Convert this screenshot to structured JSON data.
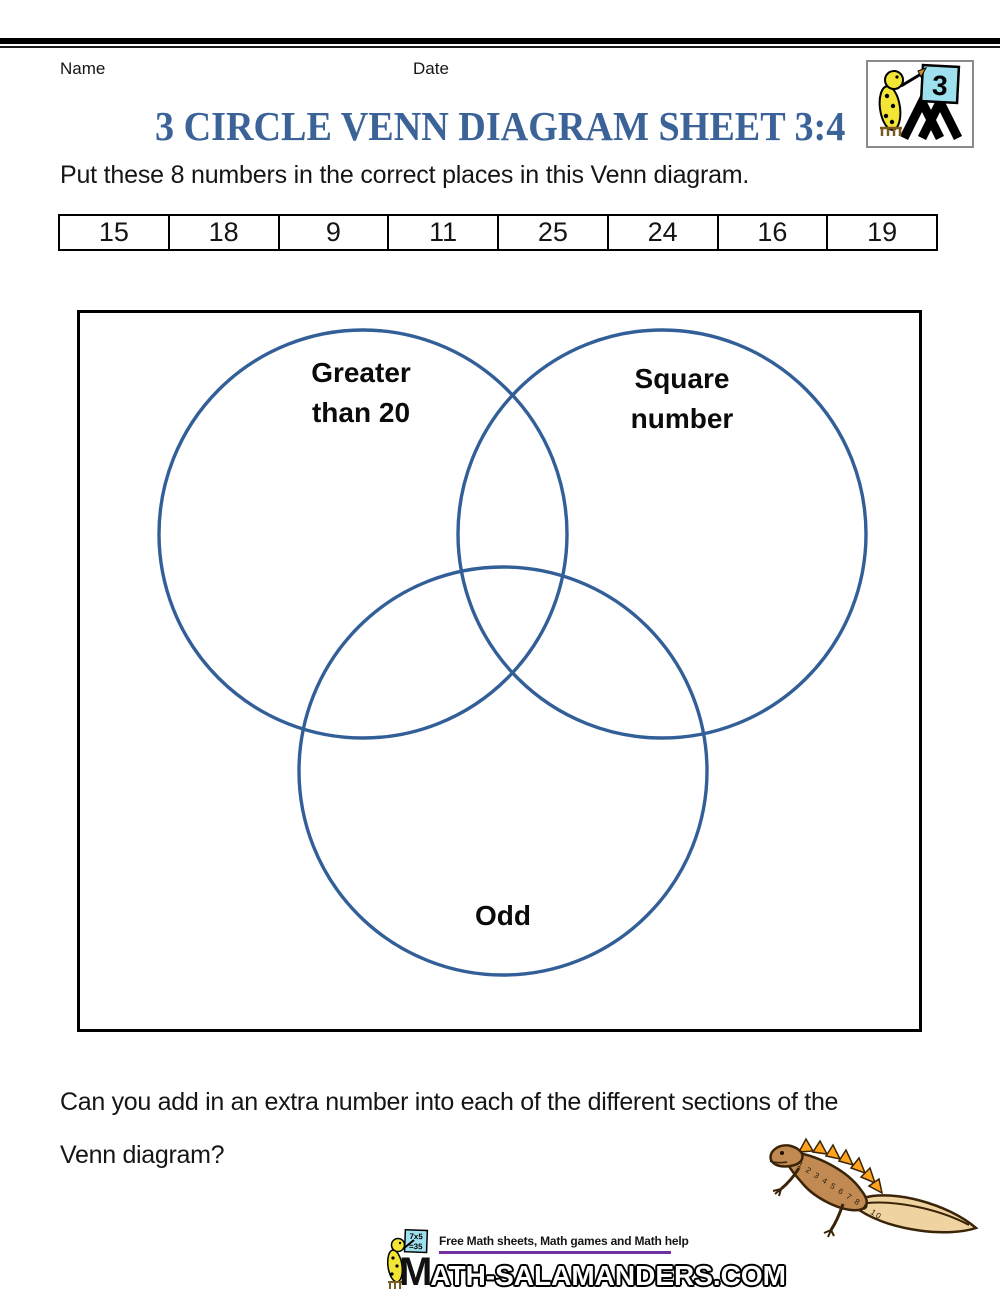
{
  "header": {
    "name_label": "Name",
    "date_label": "Date",
    "title": "3 CIRCLE VENN DIAGRAM SHEET 3:4"
  },
  "logo": {
    "badge_number": "3"
  },
  "instruction": "Put these 8 numbers in the correct places in this Venn diagram.",
  "numbers": [
    "15",
    "18",
    "9",
    "11",
    "25",
    "24",
    "16",
    "19"
  ],
  "venn": {
    "set1_line1": "Greater",
    "set1_line2": "than 20",
    "set2_line1": "Square",
    "set2_line2": "number",
    "set3": "Odd"
  },
  "challenge": {
    "line1": "Can you add in an extra number into each of the different sections of the",
    "line2": "Venn diagram?"
  },
  "newt": {
    "flank_numbers": "1 2 3 4 5 6 7 8 9 10"
  },
  "footer": {
    "board_line1": "7x5",
    "board_line2": "=35",
    "tagline": "Free Math sheets, Math games and Math help",
    "wordmark_m": "M",
    "wordmark_rest": "ATH-SALAMANDERS.COM"
  },
  "colors": {
    "title_blue": "#3b6398",
    "circle_blue": "#335f99",
    "purple": "#7030a0",
    "salamander_yellow": "#f2e535",
    "board_cyan": "#9fe0ee",
    "newt_brown": "#c18a52",
    "newt_belly": "#efd3a0",
    "crest_orange": "#ffa41c"
  }
}
